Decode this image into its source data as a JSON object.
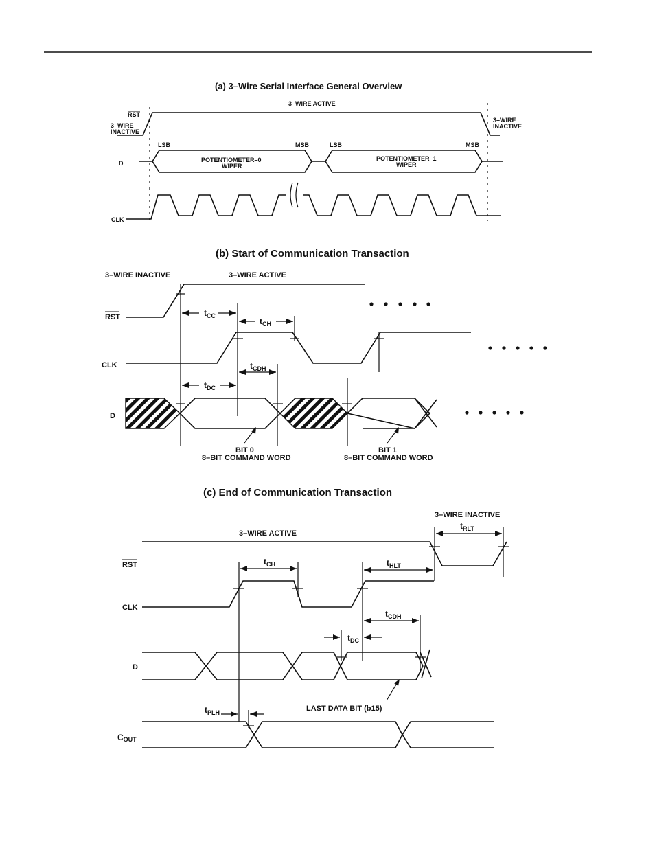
{
  "a": {
    "title": "(a) 3–Wire Serial Interface General Overview",
    "wire_active": "3–WIRE ACTIVE",
    "rst": "RST",
    "wire_inactive_left_1": "3–WIRE",
    "wire_inactive_left_2": "INACTIVE",
    "wire_inactive_right_1": "3–WIRE",
    "wire_inactive_right_2": "INACTIVE",
    "lsb_0": "LSB",
    "msb_0": "MSB",
    "lsb_1": "LSB",
    "msb_1": "MSB",
    "d": "D",
    "pot0_1": "POTENTIOMETER–0",
    "pot0_2": "WIPER",
    "pot1_1": "POTENTIOMETER–1",
    "pot1_2": "WIPER",
    "clk": "CLK"
  },
  "b": {
    "title": "(b)  Start of Communication Transaction",
    "wire_inactive": "3–WIRE INACTIVE",
    "wire_active": "3–WIRE ACTIVE",
    "rst": "RST",
    "clk": "CLK",
    "d": "D",
    "tcc_t": "t",
    "tcc_s": "CC",
    "tch_t": "t",
    "tch_s": "CH",
    "tcdh_t": "t",
    "tcdh_s": "CDH",
    "tdc_t": "t",
    "tdc_s": "DC",
    "bit0_1": "BIT 0",
    "bit0_2": "8–BIT COMMAND WORD",
    "bit1_1": "BIT 1",
    "bit1_2": "8–BIT COMMAND WORD"
  },
  "c": {
    "title": "(c)  End of Communication Transaction",
    "wire_inactive": "3–WIRE INACTIVE",
    "wire_active": "3–WIRE ACTIVE",
    "rst": "RST",
    "clk": "CLK",
    "d": "D",
    "cout_c": "C",
    "cout_s": "OUT",
    "trlt_t": "t",
    "trlt_s": "RLT",
    "tch_t": "t",
    "tch_s": "CH",
    "thlt_t": "t",
    "thlt_s": "HLT",
    "tcdh_t": "t",
    "tcdh_s": "CDH",
    "tdc_t": "t",
    "tdc_s": "DC",
    "tplh_t": "t",
    "tplh_s": "PLH",
    "last_bit": "LAST DATA BIT (b15)"
  }
}
